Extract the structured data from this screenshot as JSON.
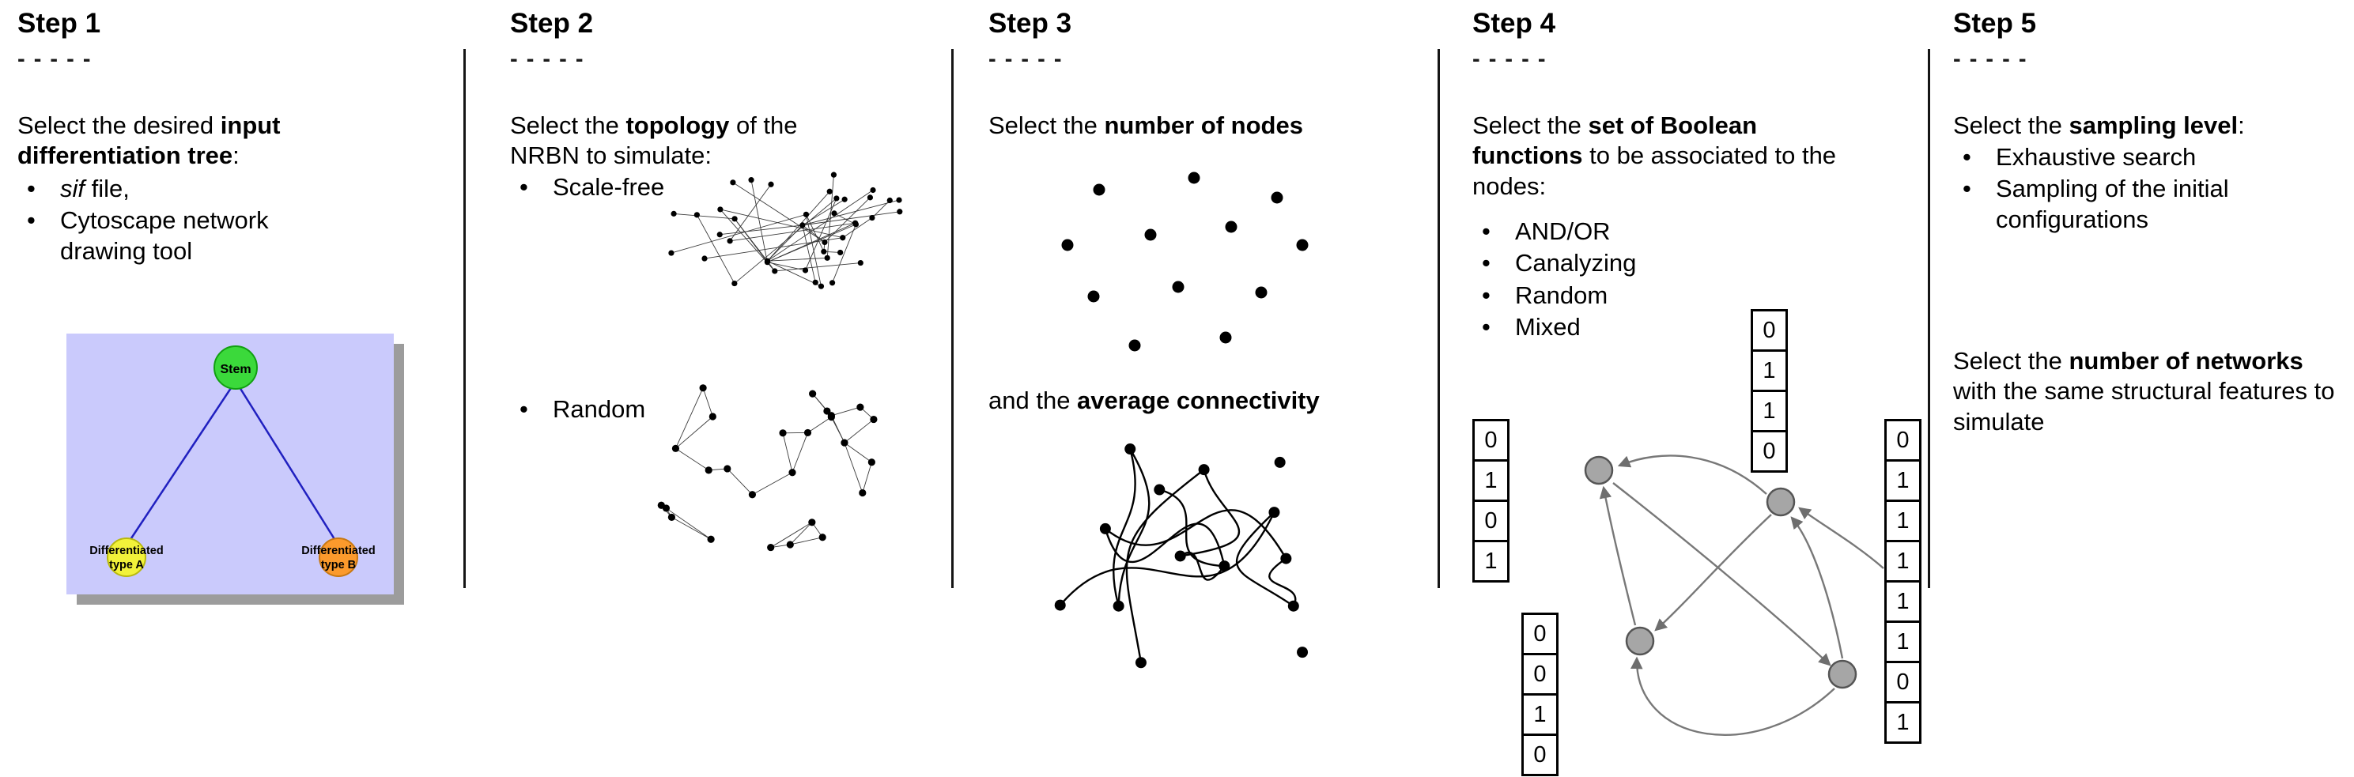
{
  "ui": {
    "bullet": "•"
  },
  "step1": {
    "title": "Step 1",
    "dashes": "- - - - -",
    "intro_pre": "Select the desired ",
    "intro_bold": "input differentiation tree",
    "intro_post": ":",
    "bullet1_italic": "sif",
    "bullet1_rest": " file,",
    "bullet2": "Cytoscape network drawing tool",
    "tree": {
      "root_label": "Stem",
      "left_label_line1": "Differentiated",
      "left_label_line2": "type A",
      "right_label_line1": "Differentiated",
      "right_label_line2": "type B",
      "colors": {
        "background": "#cacafc",
        "shadow": "#9c9c9c",
        "stem": "#3bd93b",
        "type_a": "#f2f23a",
        "type_b": "#fb9a2c",
        "edge": "#2020c0"
      }
    }
  },
  "step2": {
    "title": "Step 2",
    "dashes": "- - - - -",
    "intro_pre": "Select the ",
    "intro_bold": "topology",
    "intro_post": " of the NRBN to simulate:",
    "bullet1": "Scale-free",
    "bullet2": "Random"
  },
  "step3": {
    "title": "Step 3",
    "dashes": "- - - - -",
    "line1_pre": "Select the ",
    "line1_bold": "number of nodes",
    "line2_pre": "and the ",
    "line2_bold": "average connectivity"
  },
  "step4": {
    "title": "Step 4",
    "dashes": "- - - - -",
    "intro_pre": "Select the ",
    "intro_bold": "set of Boolean functions",
    "intro_post": " to be associated to the nodes:",
    "bullets": [
      "AND/OR",
      "Canalyzing",
      "Random",
      "Mixed"
    ],
    "vectors": {
      "left": [
        "0",
        "1",
        "0",
        "1"
      ],
      "top": [
        "0",
        "1",
        "1",
        "0"
      ],
      "right": [
        "0",
        "1",
        "1",
        "1",
        "1",
        "1",
        "0",
        "1"
      ],
      "bottom": [
        "0",
        "0",
        "1",
        "0"
      ]
    }
  },
  "step5": {
    "title": "Step 5",
    "dashes": "- - - - -",
    "intro_pre": "Select the ",
    "intro_bold": "sampling level",
    "intro_post": ":",
    "bullet1": "Exhaustive search",
    "bullet2": "Sampling of the initial configurations",
    "p2_pre": "Select the ",
    "p2_bold": "number of networks",
    "p2_post": " with the same structural features to simulate"
  }
}
